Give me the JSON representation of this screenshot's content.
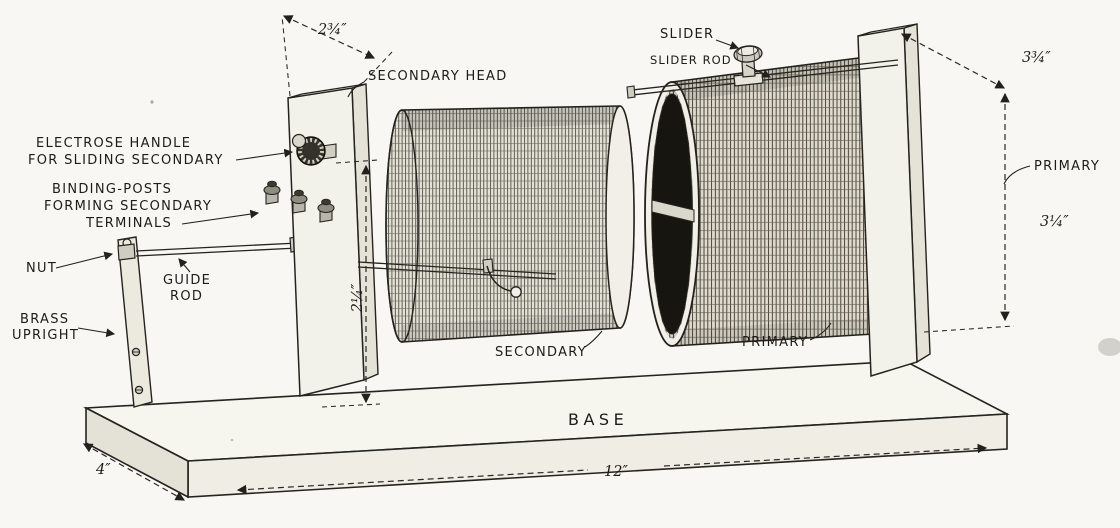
{
  "labels": {
    "slider": "SLIDER",
    "slider_rod": "SLIDER ROD",
    "secondary_head": "SECONDARY HEAD",
    "electrose_1": "ELECTROSE HANDLE",
    "electrose_2": "FOR SLIDING SECONDARY",
    "binding_1": "BINDING-POSTS",
    "binding_2": "FORMING SECONDARY",
    "binding_3": "TERMINALS",
    "nut": "NUT",
    "guide_1": "GUIDE",
    "guide_2": "ROD",
    "brass_1": "BRASS",
    "brass_2": "UPRIGHT",
    "secondary": "SECONDARY",
    "primary_bottom": "PRIMARY",
    "primary_right": "PRIMARY",
    "base": "BASE"
  },
  "dimensions": {
    "head_depth": "2¾″",
    "primary_head_depth": "3¾″",
    "primary_height": "3¼″",
    "secondary_height": "2¼″",
    "base_depth": "4″",
    "base_length": "12″"
  },
  "colors": {
    "paper": "#f8f7f3",
    "ink": "#24231e",
    "coil_dark": "#16150f"
  }
}
